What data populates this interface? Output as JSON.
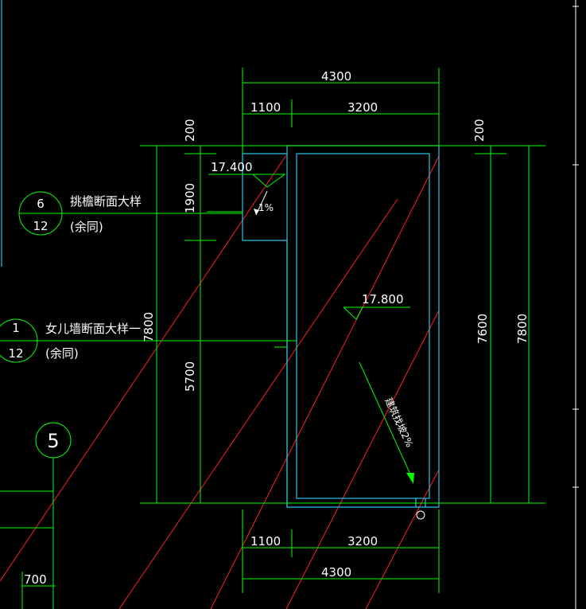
{
  "dimensions": {
    "top_total": "4300",
    "top_left": "1100",
    "top_right": "3200",
    "bottom_left": "1100",
    "bottom_right": "3200",
    "bottom_total": "4300",
    "left_top": "200",
    "left_mid": "1900",
    "left_low": "5700",
    "left_total": "7800",
    "right_top": "200",
    "right_inner": "7600",
    "right_total": "7800",
    "bottom_far_left": "700"
  },
  "elevations": {
    "eave": "17.400",
    "roof": "17.800"
  },
  "slopes": {
    "eave_slope": "1%",
    "roof_slope": "建筑找坡2%"
  },
  "callouts": {
    "eave_detail": {
      "number": "6",
      "sheet": "12",
      "title": "挑檐断面大样",
      "note": "(余同)"
    },
    "parapet_detail": {
      "number": "1",
      "sheet": "12",
      "title": "女儿墙断面大样一",
      "note": "(余同)"
    }
  },
  "grid_axis": "5",
  "colors": {
    "background": "#000000",
    "dimension_line": "#00ff00",
    "outline": "#29c4e6",
    "hatch": "#ff2020",
    "text": "#ffffff"
  }
}
